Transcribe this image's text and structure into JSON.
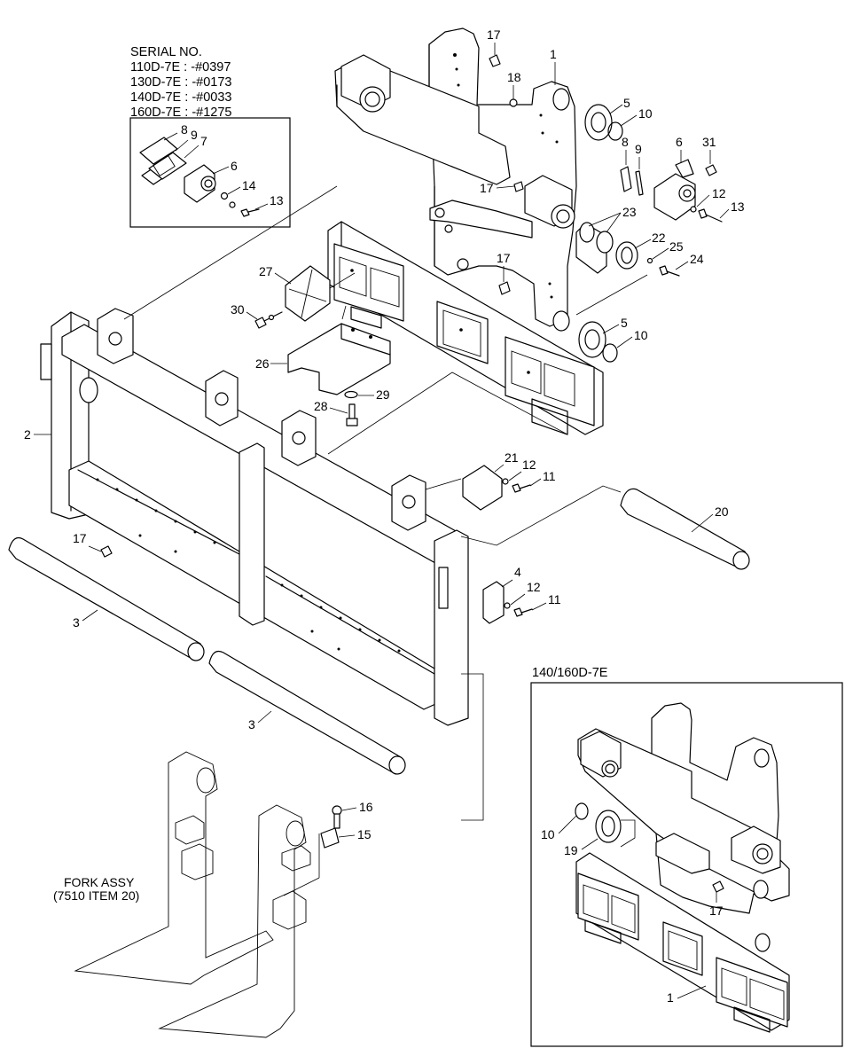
{
  "serial_box": {
    "heading": "SERIAL NO.",
    "lines": [
      "110D-7E : -#0397",
      "130D-7E : -#0173",
      "140D-7E : -#0033",
      "160D-7E : -#1275"
    ]
  },
  "inset": {
    "title": "140/160D-7E"
  },
  "fork_note": {
    "line1": "FORK ASSY",
    "line2": "(7510 ITEM 20)"
  },
  "callouts": [
    {
      "id": "c-1-top",
      "text": "1"
    },
    {
      "id": "c-17-top",
      "text": "17"
    },
    {
      "id": "c-18",
      "text": "18"
    },
    {
      "id": "c-5-top",
      "text": "5"
    },
    {
      "id": "c-10-top",
      "text": "10"
    },
    {
      "id": "c-8-main",
      "text": "8"
    },
    {
      "id": "c-9-main",
      "text": "9"
    },
    {
      "id": "c-6-main",
      "text": "6"
    },
    {
      "id": "c-31",
      "text": "31"
    },
    {
      "id": "c-12-main",
      "text": "12"
    },
    {
      "id": "c-13-main",
      "text": "13"
    },
    {
      "id": "c-17-mid",
      "text": "17"
    },
    {
      "id": "c-23",
      "text": "23"
    },
    {
      "id": "c-22",
      "text": "22"
    },
    {
      "id": "c-25",
      "text": "25"
    },
    {
      "id": "c-24",
      "text": "24"
    },
    {
      "id": "c-17-plate",
      "text": "17"
    },
    {
      "id": "c-27",
      "text": "27"
    },
    {
      "id": "c-30",
      "text": "30"
    },
    {
      "id": "c-5-low",
      "text": "5"
    },
    {
      "id": "c-10-low",
      "text": "10"
    },
    {
      "id": "c-26",
      "text": "26"
    },
    {
      "id": "c-29",
      "text": "29"
    },
    {
      "id": "c-28",
      "text": "28"
    },
    {
      "id": "c-2",
      "text": "2"
    },
    {
      "id": "c-21",
      "text": "21"
    },
    {
      "id": "c-12-a",
      "text": "12"
    },
    {
      "id": "c-11-a",
      "text": "11"
    },
    {
      "id": "c-20",
      "text": "20"
    },
    {
      "id": "c-17-carr",
      "text": "17"
    },
    {
      "id": "c-4",
      "text": "4"
    },
    {
      "id": "c-12-b",
      "text": "12"
    },
    {
      "id": "c-11-b",
      "text": "11"
    },
    {
      "id": "c-3-a",
      "text": "3"
    },
    {
      "id": "c-3-b",
      "text": "3"
    },
    {
      "id": "c-16",
      "text": "16"
    },
    {
      "id": "c-15",
      "text": "15"
    },
    {
      "id": "c-8-serial",
      "text": "8"
    },
    {
      "id": "c-9-serial",
      "text": "9"
    },
    {
      "id": "c-7-serial",
      "text": "7"
    },
    {
      "id": "c-6-serial",
      "text": "6"
    },
    {
      "id": "c-14-serial",
      "text": "14"
    },
    {
      "id": "c-13-serial",
      "text": "13"
    },
    {
      "id": "c-10-inset",
      "text": "10"
    },
    {
      "id": "c-19-inset",
      "text": "19"
    },
    {
      "id": "c-17-inset",
      "text": "17"
    },
    {
      "id": "c-1-inset",
      "text": "1"
    }
  ]
}
